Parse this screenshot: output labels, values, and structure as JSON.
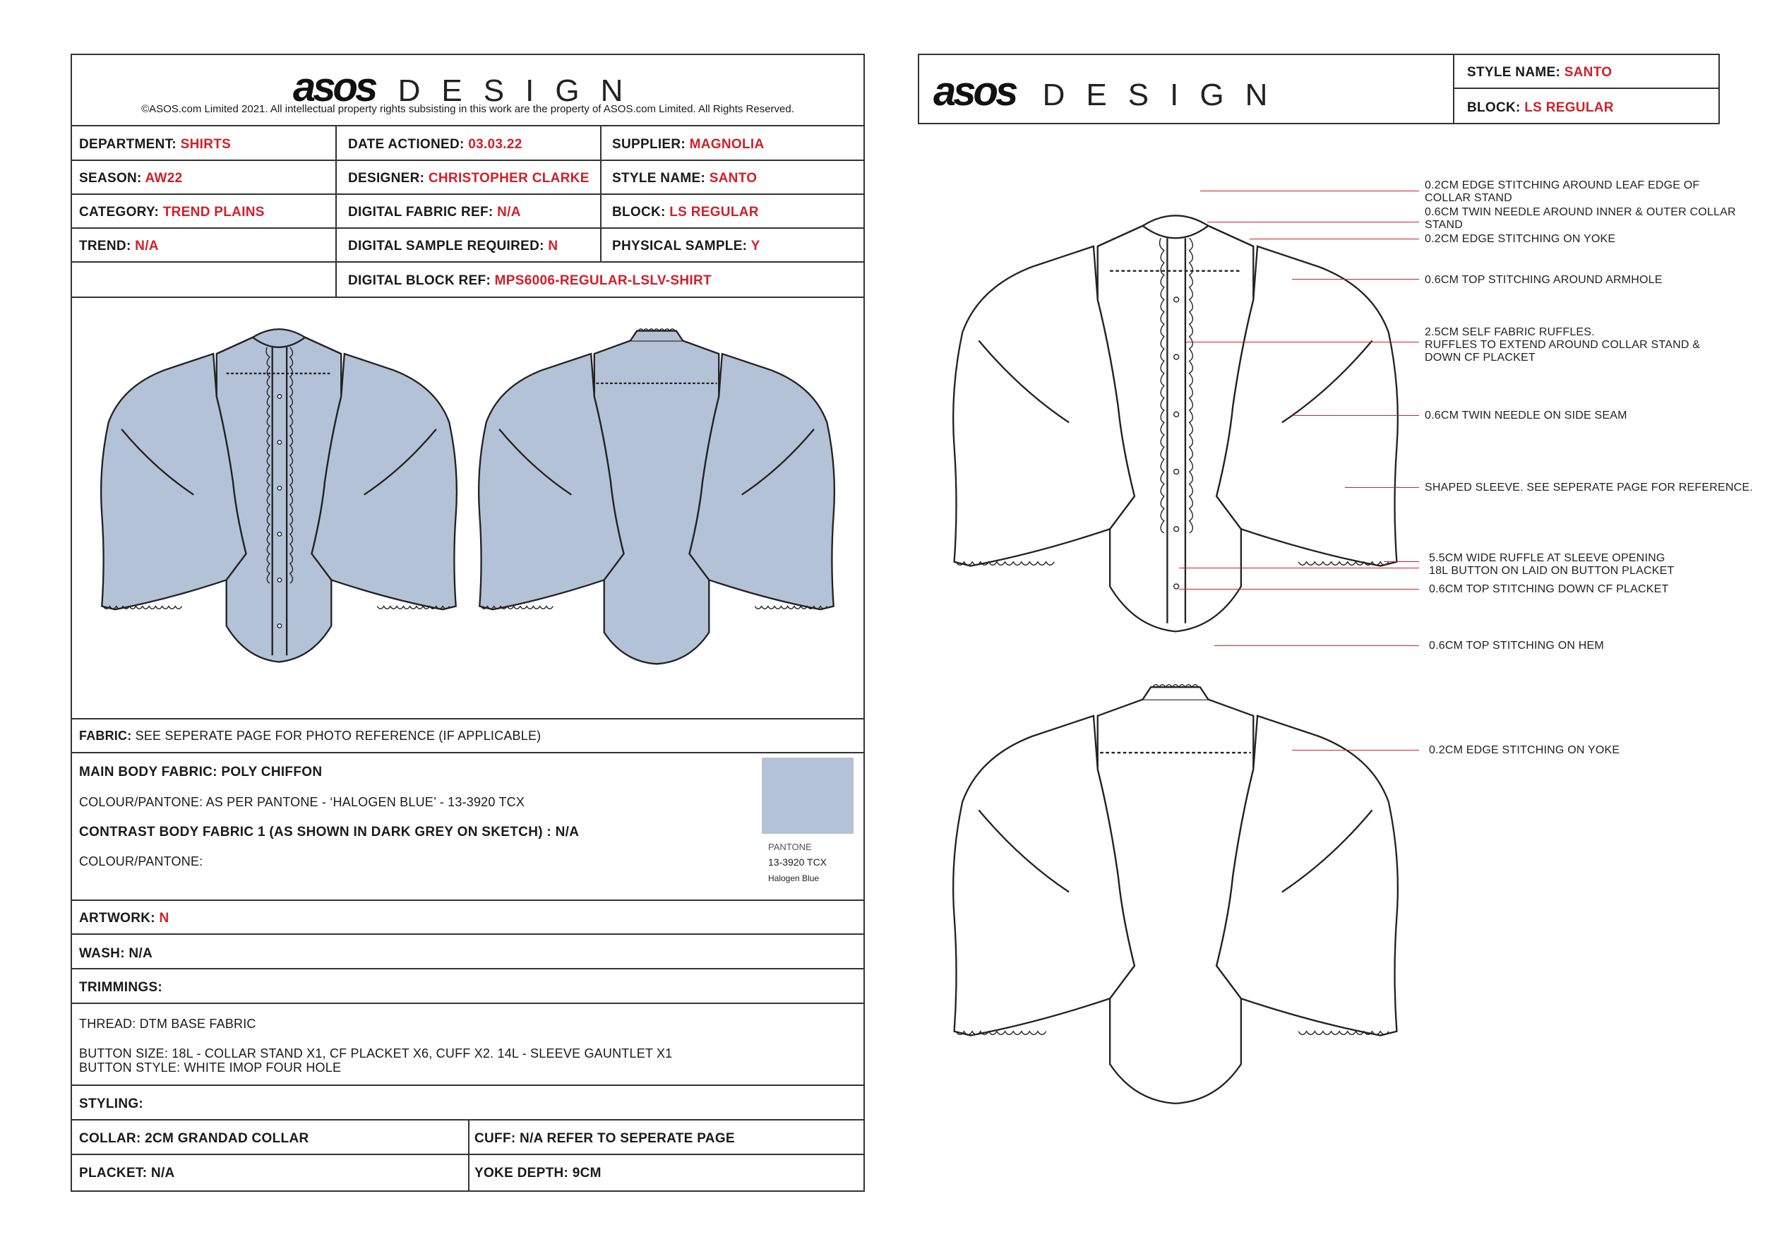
{
  "brand": {
    "asos": "asos",
    "design": "DESIGN"
  },
  "copyright": "©ASOS.com Limited 2021. All intellectual property rights subsisting in this work are the property of ASOS.com Limited. All Rights Reserved.",
  "fields": {
    "department": {
      "label": "DEPARTMENT:",
      "value": "SHIRTS"
    },
    "date_actioned": {
      "label": "DATE ACTIONED:",
      "value": "03.03.22"
    },
    "supplier": {
      "label": "SUPPLIER:",
      "value": "MAGNOLIA"
    },
    "season": {
      "label": "SEASON:",
      "value": "AW22"
    },
    "designer": {
      "label": "DESIGNER:",
      "value": "CHRISTOPHER CLARKE"
    },
    "style_name": {
      "label": "STYLE NAME:",
      "value": "SANTO"
    },
    "category": {
      "label": "CATEGORY:",
      "value": "TREND PLAINS"
    },
    "digital_fabric_ref": {
      "label": "DIGITAL FABRIC REF:",
      "value": "N/A"
    },
    "block": {
      "label": "BLOCK:",
      "value": "LS REGULAR"
    },
    "trend": {
      "label": "TREND:",
      "value": "N/A"
    },
    "digital_sample_required": {
      "label": "DIGITAL SAMPLE REQUIRED:",
      "value": "N"
    },
    "physical_sample": {
      "label": "PHYSICAL SAMPLE:",
      "value": "Y"
    },
    "digital_block_ref": {
      "label": "DIGITAL BLOCK REF:",
      "value": "MPS6006-REGULAR-LSLV-SHIRT"
    }
  },
  "fabric": {
    "label": "FABRIC:",
    "note": "SEE SEPERATE PAGE FOR PHOTO REFERENCE (IF APPLICABLE)",
    "main_body": "MAIN BODY FABRIC: POLY CHIFFON",
    "colour_pantone": "COLOUR/PANTONE: AS PER PANTONE - ‘HALOGEN BLUE’ - 13-3920 TCX",
    "contrast": "CONTRAST BODY FABRIC 1 (AS SHOWN IN DARK GREY ON SKETCH) : N/A",
    "colour_pantone2": "COLOUR/PANTONE:",
    "swatch": {
      "color": "#b4c2d7",
      "line1": "PANTONE",
      "line2": "13-3920 TCX",
      "line3": "Halogen Blue"
    }
  },
  "artwork": {
    "label": "ARTWORK:",
    "value": "N"
  },
  "wash": "WASH: N/A",
  "trimmings": {
    "label": "TRIMMINGS:",
    "thread": "THREAD: DTM BASE FABRIC",
    "button_size": "BUTTON SIZE: 18L - COLLAR STAND X1, CF PLACKET X6, CUFF X2. 14L - SLEEVE GAUNTLET X1",
    "button_style": "BUTTON STYLE: WHITE IMOP FOUR HOLE"
  },
  "styling": {
    "label": "STYLING:",
    "collar": "COLLAR: 2CM GRANDAD COLLAR",
    "cuff": "CUFF: N/A REFER TO SEPERATE PAGE",
    "placket": "PLACKET: N/A",
    "yoke": "YOKE DEPTH: 9CM"
  },
  "right_header": {
    "style_name": {
      "label": "STYLE NAME:",
      "value": "SANTO"
    },
    "block": {
      "label": "BLOCK:",
      "value": "LS REGULAR"
    }
  },
  "callouts": [
    {
      "lines": [
        "0.2CM EDGE STITCHING AROUND LEAF EDGE OF",
        "COLLAR STAND"
      ]
    },
    {
      "lines": [
        "0.6CM TWIN NEEDLE AROUND INNER & OUTER COLLAR",
        "STAND"
      ]
    },
    {
      "lines": [
        "0.2CM EDGE STITCHING ON YOKE"
      ]
    },
    {
      "lines": [
        "0.6CM TOP STITCHING AROUND ARMHOLE"
      ]
    },
    {
      "lines": [
        "2.5CM SELF FABRIC RUFFLES.",
        "RUFFLES TO EXTEND AROUND COLLAR STAND &",
        "DOWN CF PLACKET"
      ]
    },
    {
      "lines": [
        "0.6CM TWIN NEEDLE ON SIDE SEAM"
      ]
    },
    {
      "lines": [
        "SHAPED SLEEVE. SEE SEPERATE PAGE FOR REFERENCE."
      ]
    },
    {
      "lines": [
        "5.5CM WIDE RUFFLE AT SLEEVE OPENING",
        "18L BUTTON ON LAID ON BUTTON PLACKET"
      ]
    },
    {
      "lines": [
        "0.6CM TOP STITCHING DOWN CF PLACKET"
      ]
    },
    {
      "lines": [
        "0.6CM TOP STITCHING ON HEM"
      ]
    },
    {
      "lines": [
        "0.2CM EDGE STITCHING ON YOKE"
      ]
    }
  ]
}
